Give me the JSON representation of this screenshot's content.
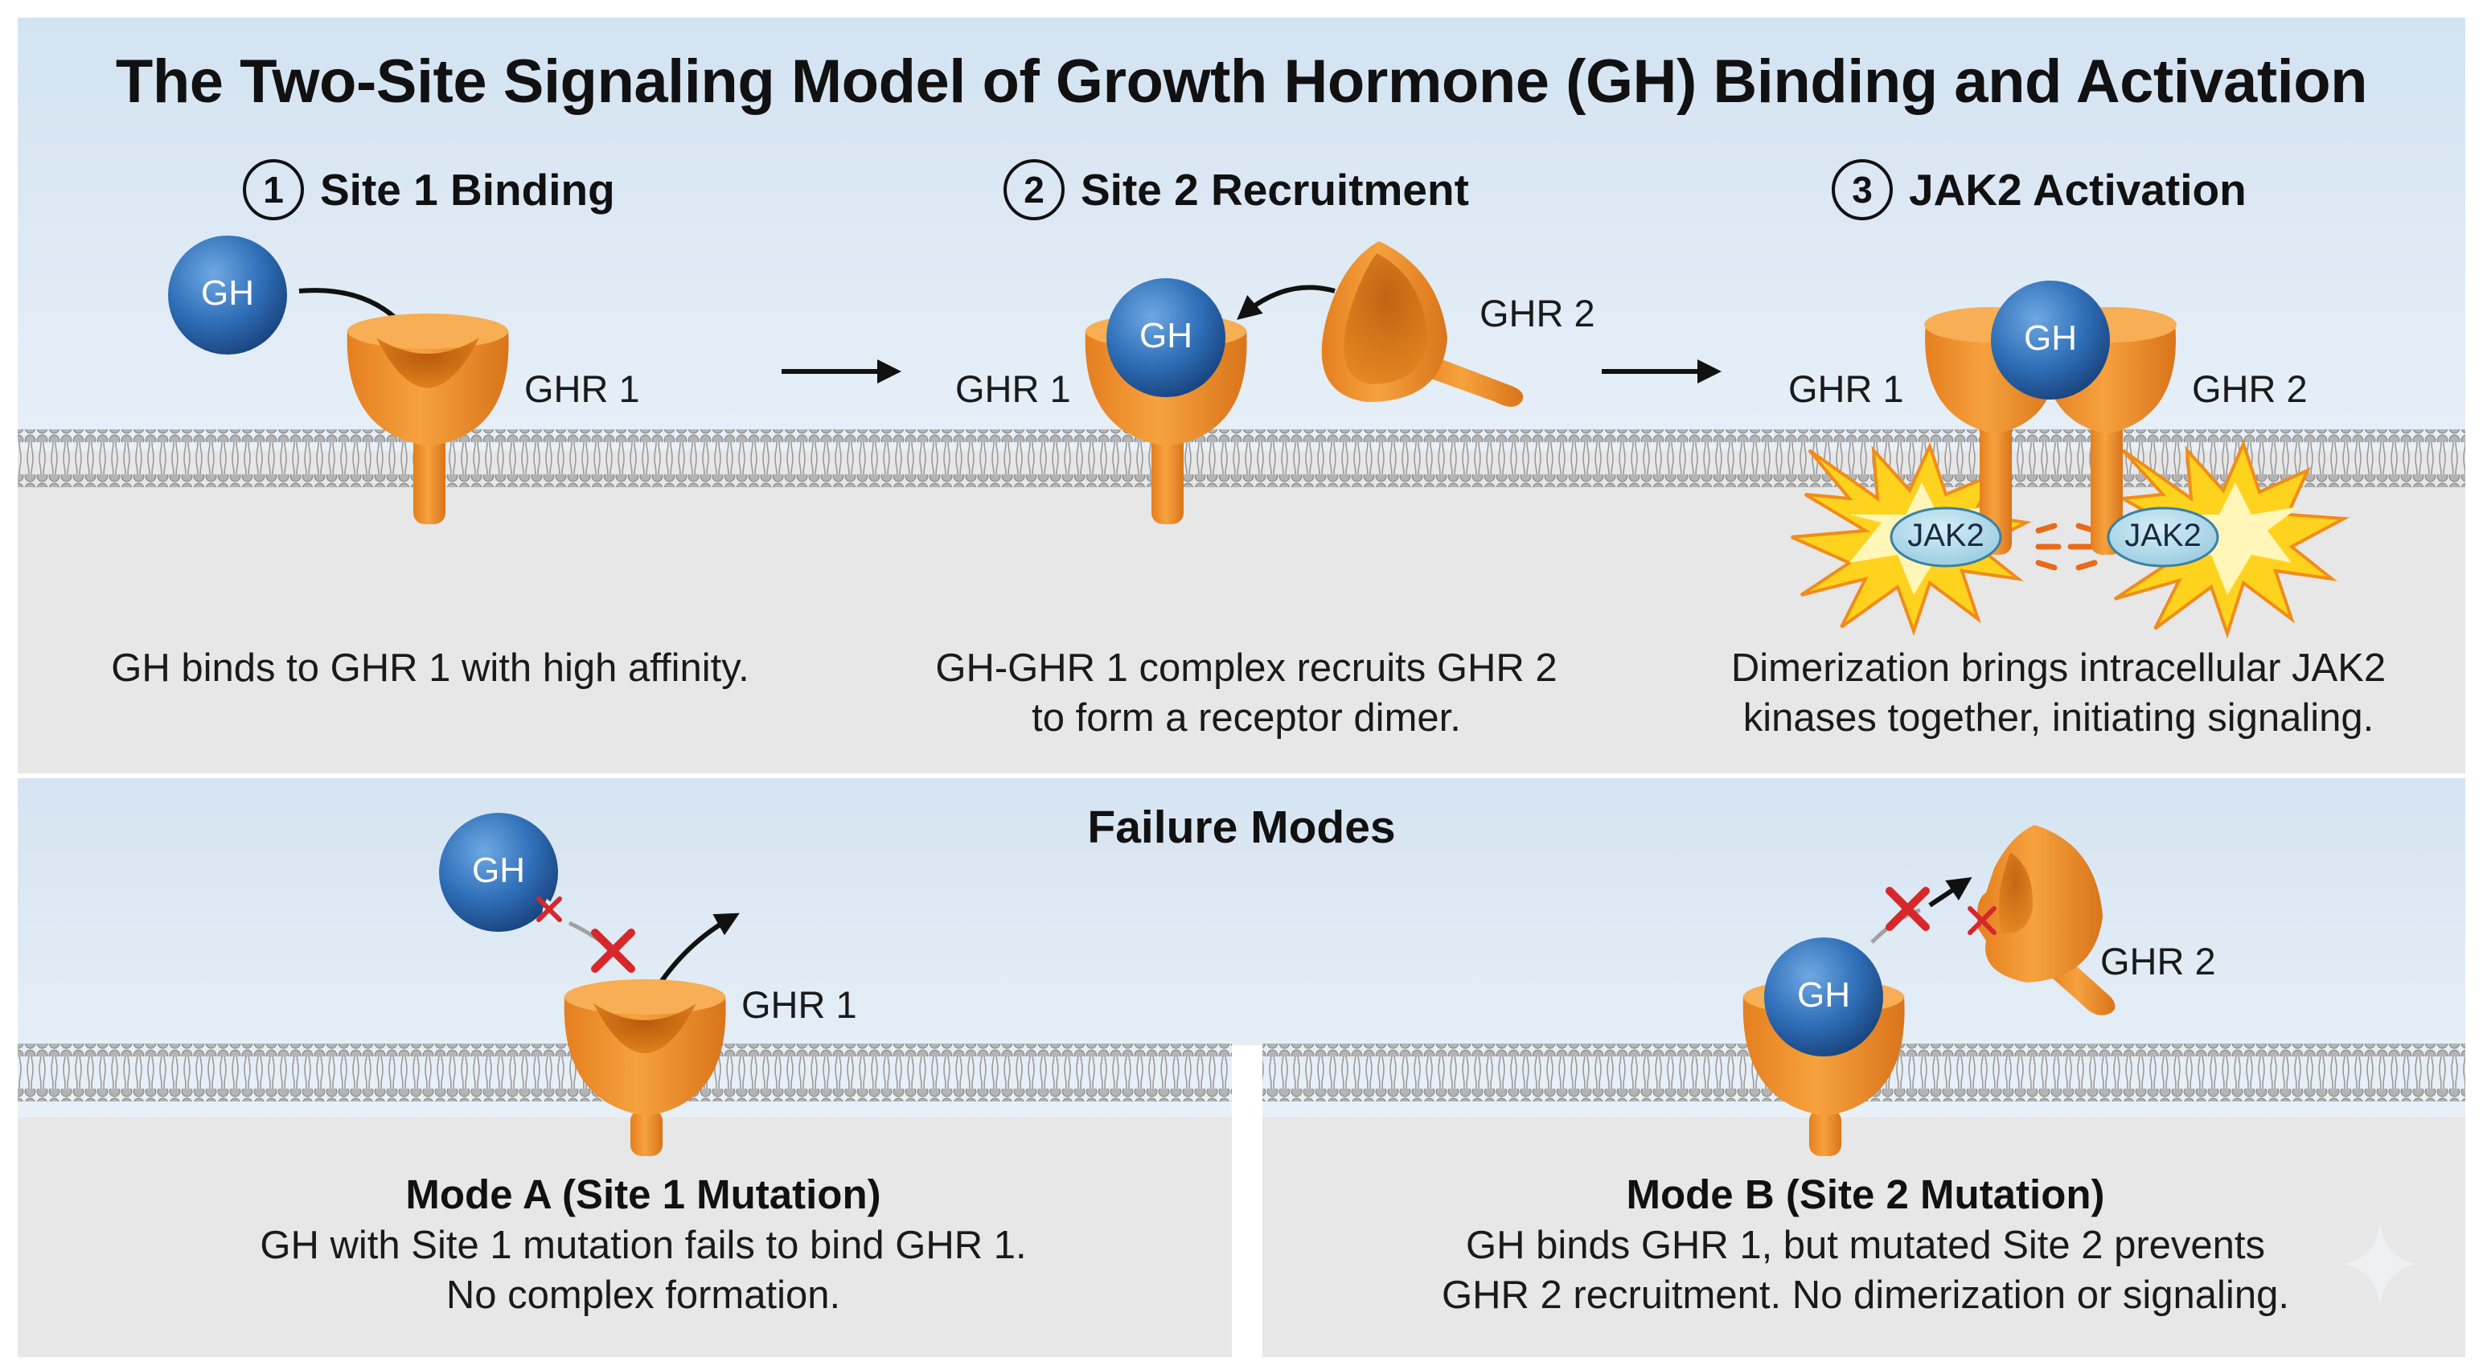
{
  "title": "The Two-Site Signaling Model of Growth Hormone (GH) Binding and Activation",
  "steps": [
    {
      "number": "1",
      "label": "Site 1 Binding",
      "caption": "GH binds to GHR 1 with high affinity."
    },
    {
      "number": "2",
      "label": "Site 2 Recruitment",
      "caption_line1": "GH-GHR 1 complex recruits GHR 2",
      "caption_line2": "to form a receptor dimer."
    },
    {
      "number": "3",
      "label": "JAK2 Activation",
      "caption_line1": "Dimerization brings intracellular JAK2",
      "caption_line2": "kinases together, initiating signaling."
    }
  ],
  "labels": {
    "gh": "GH",
    "ghr1": "GHR 1",
    "ghr2": "GHR 2",
    "jak2": "JAK2"
  },
  "failure": {
    "title": "Failure Modes",
    "mode_a": {
      "title": "Mode A (Site 1 Mutation)",
      "line1": "GH with Site 1 mutation fails to bind GHR 1.",
      "line2": "No complex formation."
    },
    "mode_b": {
      "title": "Mode B (Site 2 Mutation)",
      "line1": "GH binds GHR 1, but mutated Site 2 prevents",
      "line2": "GHR 2 recruitment. No dimerization or signaling."
    }
  },
  "colors": {
    "receptor": "#f0922e",
    "receptor_dark": "#c96a12",
    "gh_ball": "#2f6fb8",
    "mutation": "#d6282c",
    "jak2": "#a9d6e8",
    "spark": "#ffd21e"
  }
}
